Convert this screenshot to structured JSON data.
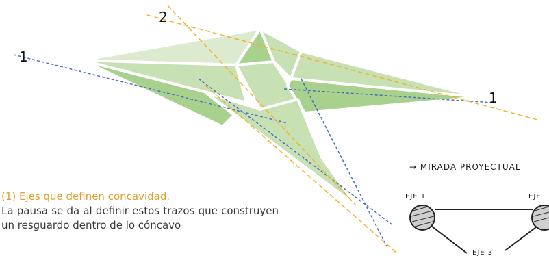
{
  "axis_labels": {
    "left": "1",
    "top": "2",
    "right": "1"
  },
  "caption": {
    "title": "(1) Ejes que definen concavidad.",
    "body": " La pausa se da al     definir estos trazos que construyen un resguardo dentro de lo cóncavo"
  },
  "sketch": {
    "heading": "→ MIRADA PROYECTUAL",
    "node1": "EJE 1",
    "node2": "EJE",
    "edge3": "EJE 3"
  },
  "colors": {
    "light_green": "#dcebd0",
    "mid_green": "#c7e0b4",
    "dark_green": "#a9d18e",
    "blue_dash": "#4a6fbf",
    "orange_dash": "#f0b429",
    "caption_title": "#e0a02a"
  }
}
